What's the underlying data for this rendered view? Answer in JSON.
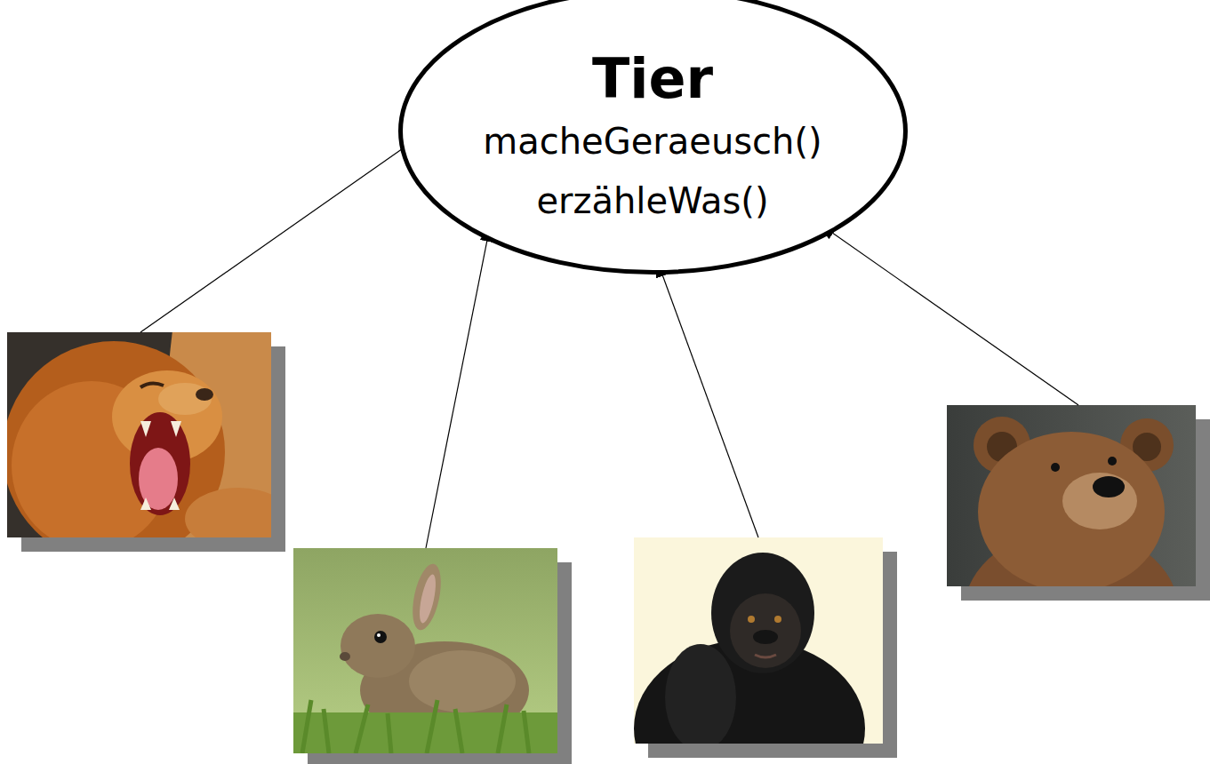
{
  "diagram": {
    "nodes": [
      {
        "text": [
          "Tier",
          "macheGeraeusch()",
          "erzähleWas()"
        ]
      }
    ]
  }
}
